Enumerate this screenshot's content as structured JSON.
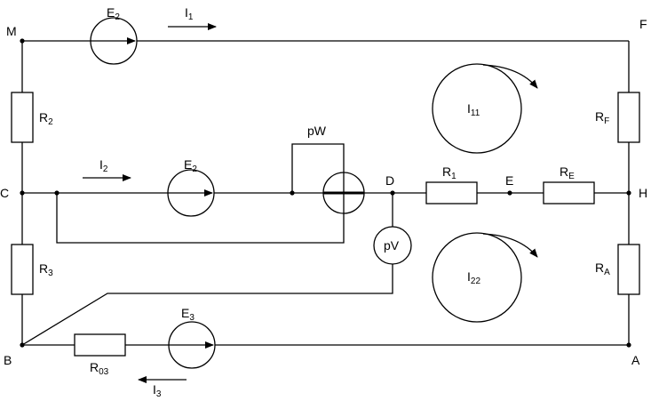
{
  "nodes": {
    "M": "M",
    "F": "F",
    "C": "C",
    "D": "D",
    "E": "E",
    "H": "H",
    "B": "B",
    "A": "A"
  },
  "sources": {
    "e2_top": {
      "main": "E",
      "sub": "2"
    },
    "e2_mid": {
      "main": "E",
      "sub": "2"
    },
    "e3_bottom": {
      "main": "E",
      "sub": "3"
    }
  },
  "resistors": {
    "r2": {
      "main": "R",
      "sub": "2"
    },
    "r3": {
      "main": "R",
      "sub": "3"
    },
    "rf": {
      "main": "R",
      "sub": "F"
    },
    "ra": {
      "main": "R",
      "sub": "A"
    },
    "r1": {
      "main": "R",
      "sub": "1"
    },
    "re": {
      "main": "R",
      "sub": "E"
    },
    "r03": {
      "main": "R",
      "sub": "03"
    }
  },
  "currents": {
    "i1": {
      "main": "I",
      "sub": "1"
    },
    "i2": {
      "main": "I",
      "sub": "2"
    },
    "i3": {
      "main": "I",
      "sub": "3"
    }
  },
  "loops": {
    "i11": {
      "main": "I",
      "sub": "11"
    },
    "i22": {
      "main": "I",
      "sub": "22"
    }
  },
  "meters": {
    "wattmeter": "pW",
    "voltmeter": "pV"
  }
}
